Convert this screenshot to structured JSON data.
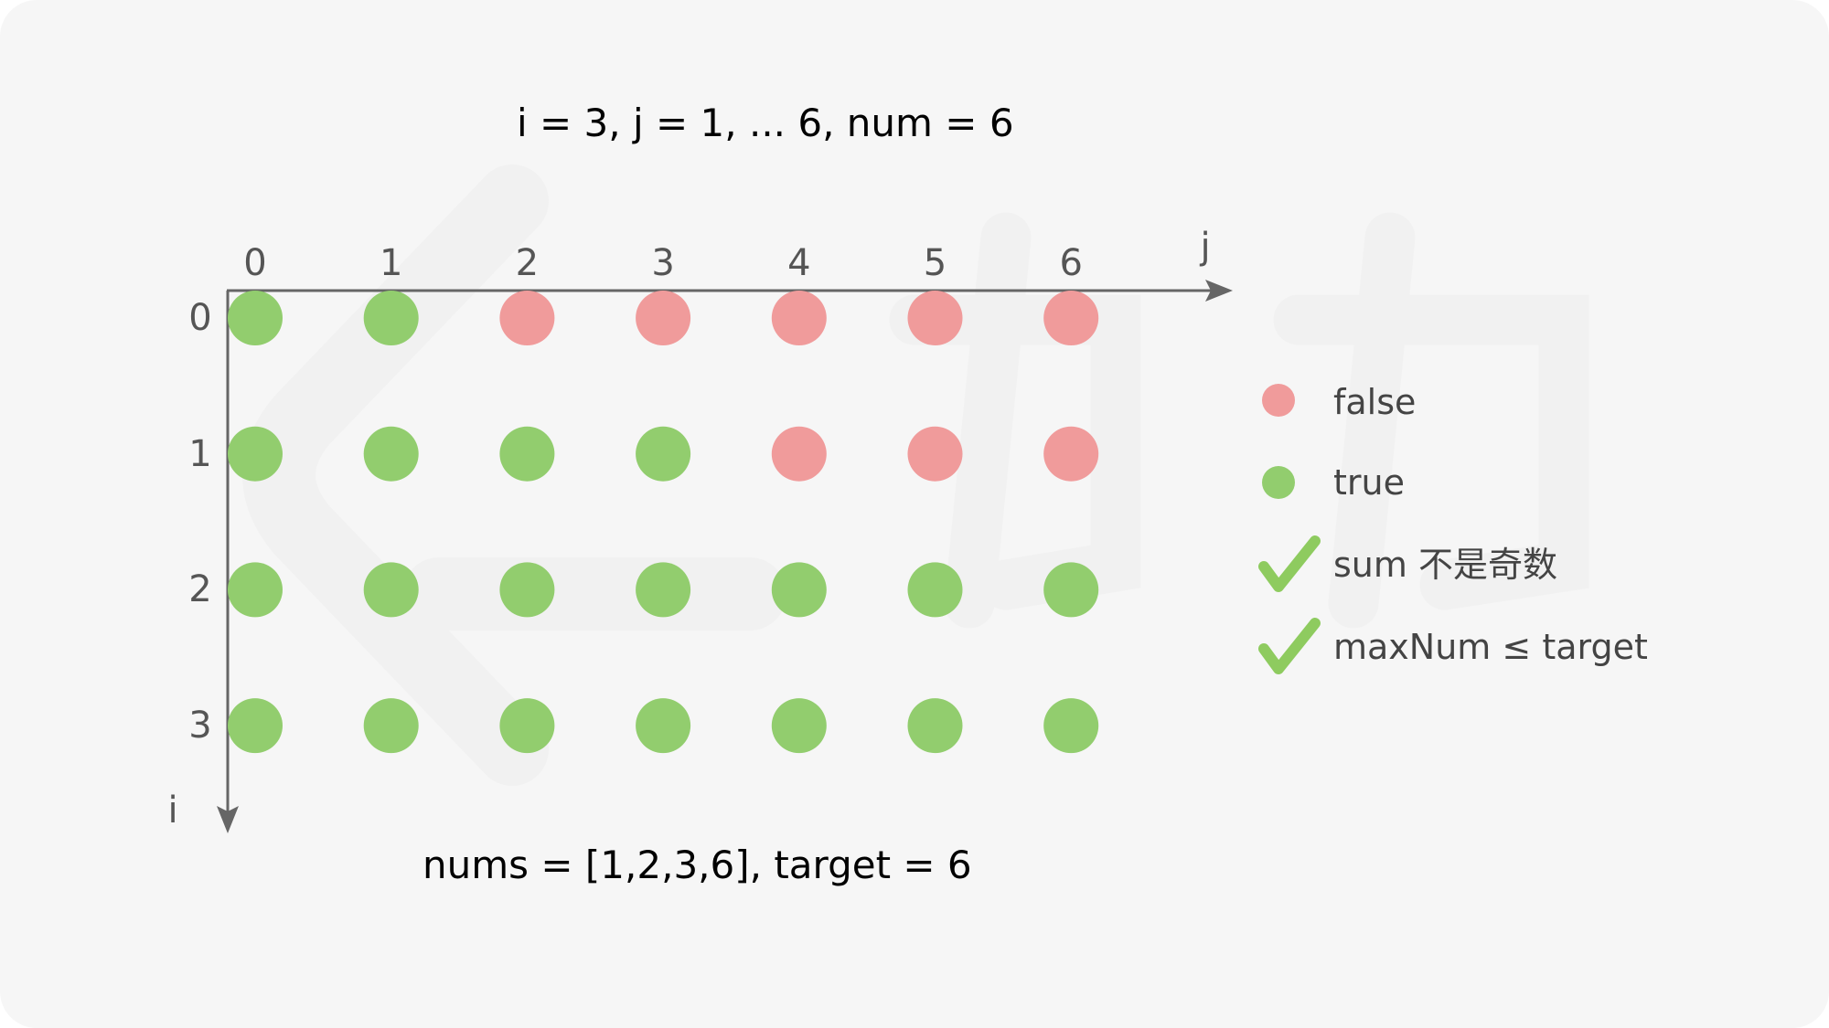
{
  "header": {
    "text": "i = 3, j = 1, ... 6, num = 6"
  },
  "footer": {
    "text": "nums = [1,2,3,6], target = 6"
  },
  "axes": {
    "x_label": "j",
    "y_label": "i",
    "x_ticks": [
      "0",
      "1",
      "2",
      "3",
      "4",
      "5",
      "6"
    ],
    "y_ticks": [
      "0",
      "1",
      "2",
      "3"
    ]
  },
  "grid": [
    [
      true,
      true,
      false,
      false,
      false,
      false,
      false
    ],
    [
      true,
      true,
      true,
      true,
      false,
      false,
      false
    ],
    [
      true,
      true,
      true,
      true,
      true,
      true,
      true
    ],
    [
      true,
      true,
      true,
      true,
      true,
      true,
      true
    ]
  ],
  "legend": {
    "false_label": "false",
    "true_label": "true",
    "check1_label": "sum 不是奇数",
    "check2_label": "maxNum ≤ target"
  },
  "colors": {
    "true": "#92cd6e",
    "false": "#f09b9b",
    "axis": "#666666",
    "check": "#8ecb5f"
  }
}
